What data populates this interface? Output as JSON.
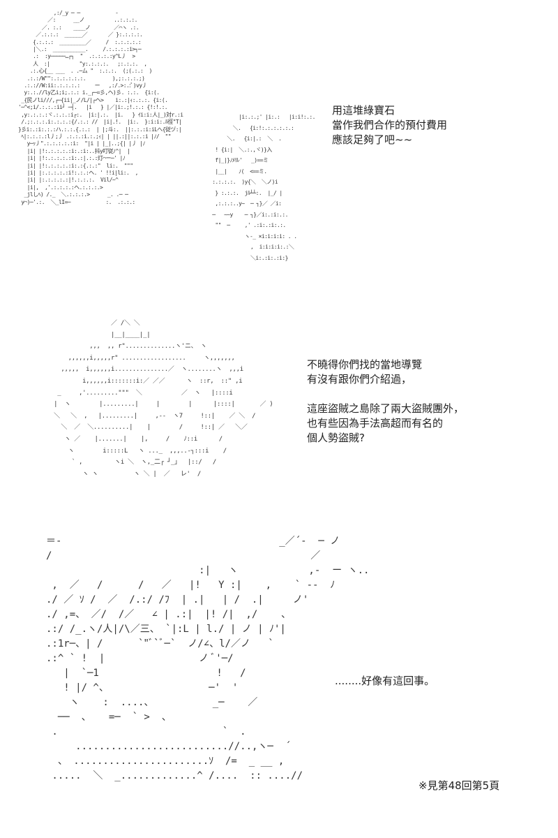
{
  "panels": [
    {
      "id": "panel-1",
      "art": "            ,:/_y ─ ─            -\n          ／:      __ノ          ..:.:.:.\n        ／. :.:    ____ノ        ／⌒ヽ .:.\n      ／.:.:.:  ______／       ／ }:.:.:.:.\n     {.:.:.:  _________／     /  :.:.:.:.:\n     |＼.:  ___________.     /.:.:.:.:i>┐─\n     .:  :y─────…┌┐  \"  .:.:.:.:y^L丿  >\n     人  :|          \"y:.:.:.:.   ;:.:.:.  ,\n    .:.心{__ ___  . .─ム \"  :.:.:.  (;(.:.:  )\n   .:.:/W\"\":.:.:.:.:.:.         ),;:.:.:.;)\n  .:.://W:ii:.:.:.:.:     ー   ,:/.>:.:ﾟ)vy丿\n  y:.:.//ly乙i;i;.:.: i._┌─=彡,ヘ)彡. :.:.  {i:(.\n _{民ノli///,┌─{ii|_ノ/L/|┌ヘ>    i:.:|ｨ:.:.:. {i:(.\n'─^<;i/.:.:.:ii┘ ─┤.   |i   } |／|i:.;!.:.: {!:!.:.\n ,y:.:.:.:ヾ.:.:.:i┌:.  |i:|.:.  |i.   } ｲi:i:人|_)対r.:i\n /.;:.:.:.i:.:.:.:{/.:.: //  |i|.!.  |i:.  }:i:i:.ﾙ徑\"T|\n}彡i:.:i:.:.:ハ.:.:.{.:.:  | |;斗:.  ||:.:.:i:iLへ{従ヅ:|\n ﾍ|:.:.:.:l丿;丿 .:.:.:i.:.;ｨ| | ||.:||:.:.:i |ﾉ/  \"\"\n   y─ｯ丿\".:.:.:.:.:i:  \"|i | |_|..;{| |丿 |ﾉ\n   |i| |!:.:.:.:.:i:.:i:..抖y叮従ﾉ^|  |\n   |i| |!:.:.:.:.:i:.:|.:.:灯⌒ー─' |ﾉ\n   |i| |!:.:.:.:.:i:.:{.:.:\"  li:.  \"\"\"\n   |i| |:.:.:.:.:i!:.:.:ヘ. ' !!i|li:.  ,\n   |i| |:.:.:.:.:|!.:.:.:.  Vil/~^\n   |i|,  ,'.:.:.:.:ヘ.:.:.:.>\n  _jlしﾍ) /._  ＼.:.:.:.>      _. .─ ─\n y⌒)─'.:.  ＼_lI=─            :.  .:.:.:",
      "art_right": "          |i:.:.;' |i:.:   |i:i!:.:.\n        ＼.   {i:!:.:.:.:.:.:\n      ＼.   {i:|.:  ＼  .\n  ! {i:|  ＼.:.,ヾ)}入\n  f|_|}ﾉﾒﾘﾚ'   _)==ミ\n  |__|    ﾉ(  <==ミ.\n :.:.:.:.  )y{＼  ＼ノ)i\n  } :.:.:.  jﾙ┴┴:.  |_/ |\n  ,:.:.:..y~  ─ ┐}／ ／i:\n ─   ~~y    ─ ┐}／i:.:i:.:.\n  \"\"  ─     ,' .:i:.:i:.:.\n            ヽ-_ ×i:i:i:i: . .\n              ,  i:i:i:i:.:＼\n              ＼i:.:i:.:i:}",
      "dialogue": "用這堆綠寶石\n當作我們合作的預付費用\n應該足夠了吧~~"
    },
    {
      "id": "panel-2",
      "art": "                 ／ /＼ ＼\n                 |__|____|_|\n           ,,,  ,, r\"..............ヽ'ニ、 ヽ\n     ,,,,,,i,,,,,r\" ..................     ヽ,,,,,,,\n   ,,,,,  i,,,,,,i...............／  ヽ........ヽ  ,,,i\n         i,,,,,,i:::::::i:／ ／／      ヽ  ::r,  ::\" ,i\n  _     ,'.........\"\"\"  ＼           ／  ヽ   |::::i\n |  ヽ        |.........|     |        |      |::::|       ／ )\n ＼   ＼  ,   |.........|     ,--  ヽ7     !::|    ／ ＼  /\n   ＼  ／  ＼..........|    |        /     !::| ／   ＼／\n    ヽ ／    |.......|    |,     /    ﾉ::i      /\n     ヽ        i:::::L   ヽ ..._  ,,,..-┐:::i    /\n      ` ,         ヽi ＼  ヽ,_二┌ ┘_」  |::/   /\n         ヽ ヽ          ヽ ＼ |  ／   レ'  /",
      "dialogue": "不曉得你們找的當地導覽\n有沒有跟你們介紹過，\n\n這座盜賊之島除了兩大盜賊團外，\n也有些因為手法高超而有名的\n個人勢盜賊?"
    },
    {
      "id": "panel-3",
      "art": "＝-                                     _／´-  ─ ノ\n/                                            ／\n                          :|   ヽ            ,-  ー ヽ..\n ,  ／   /      /   ／   |!   Y :|    ,    ` --  ﾉ\n./ ／ ｿ /  ／  /.:/ /ﾌ  | .|   | /  .|     ノ'\n./ ,=、 ／/  /／   ∠ | .:|  |! /|  ,/    、\n.:/ /_.ヽ/人|/\\／三、 `|:L | l./ | ノ | ﾉ'|\n.:1r─、| /      `\"ﾞ`ﾞ─`  ノ/∠、l/／ノ   `\n.:^ ` !  |                ノ ﾞ'─/\n   |  `─1                    !   /\n   ! |/ ^、                 ─'  '\n    ヽ    :  ....、          _─    ／\n  ──  、   =─  ` >  、\n .                            `  .\n     ..........................//..,ヽ─  ´\n  、 .......................ｿ  /=  _ __ ,\n .....  ＼  _.............^ /....  :: ....//",
      "dialogue": "........好像有這回事。"
    }
  ],
  "footnote": "※見第48回第5頁"
}
